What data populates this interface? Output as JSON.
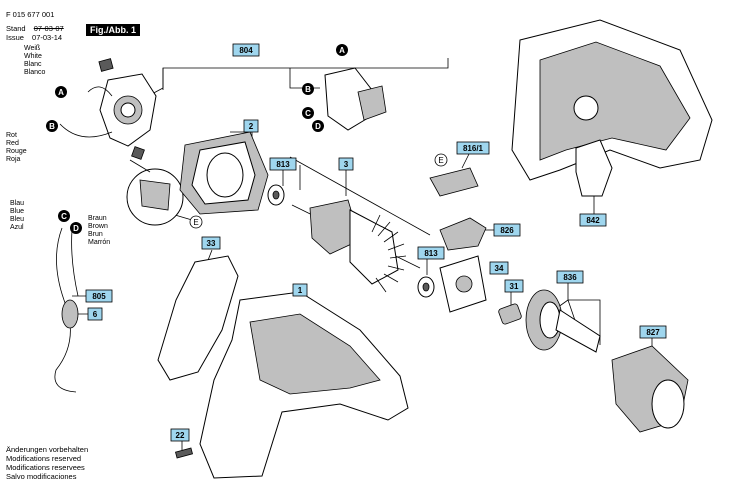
{
  "header": {
    "doc_number": "F 015 677 001",
    "stand_label": "Stand",
    "stand_date": "07-03-07",
    "issue_label": "Issue",
    "issue_date": "07-03-14",
    "figure_label": "Fig./Abb. 1"
  },
  "wire_colors": {
    "white": [
      "Weiß",
      "White",
      "Blanc",
      "Blanco"
    ],
    "red": [
      "Rot",
      "Red",
      "Rouge",
      "Roja"
    ],
    "blue": [
      "Blau",
      "Blue",
      "Bleu",
      "Azul"
    ],
    "brown": [
      "Braun",
      "Brown",
      "Brun",
      "Marrón"
    ]
  },
  "footer": [
    "Änderungen vorbehalten",
    "Modifications reserved",
    "Modifications reservees",
    "Salvo modificaciones"
  ],
  "callouts": {
    "c804": "804",
    "c2": "2",
    "c813a": "813",
    "c3": "3",
    "c816": "816/1",
    "c826": "826",
    "c842": "842",
    "c813b": "813",
    "c34": "34",
    "c836": "836",
    "c31": "31",
    "c33": "33",
    "c1": "1",
    "c805": "805",
    "c6": "6",
    "c827": "827",
    "c22": "22"
  },
  "markers": {
    "A": "A",
    "B": "B",
    "C": "C",
    "D": "D",
    "E": "E"
  },
  "colors": {
    "callout_fill": "#9fd6ee",
    "marker_fill": "#000000"
  }
}
